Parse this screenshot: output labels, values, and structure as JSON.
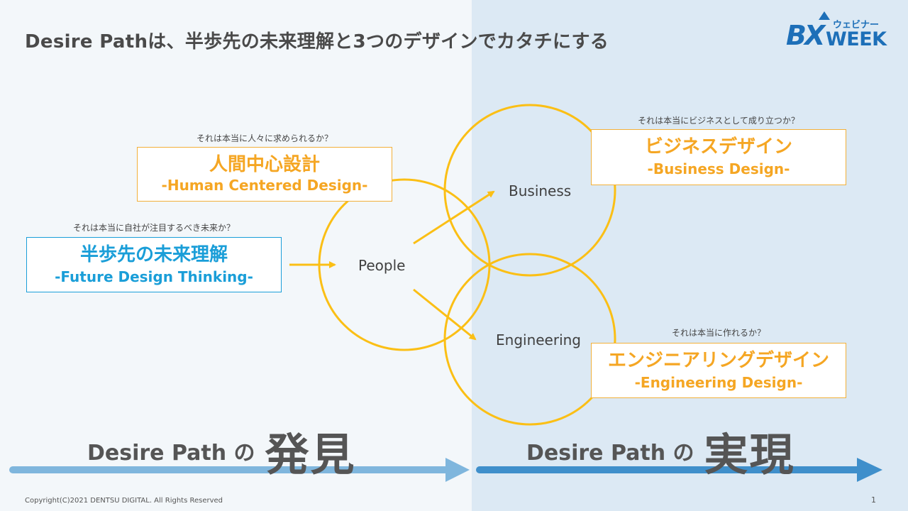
{
  "title": "Desire Pathは、半歩先の未来理解と3つのデザインでカタチにする",
  "logo": {
    "bx": "BX",
    "sub": "ウェビナー",
    "week": "WEEK"
  },
  "boxes": {
    "human": {
      "caption": "それは本当に人々に求められるか？",
      "main": "人間中心設計",
      "sub": "-Human Centered Design-"
    },
    "future": {
      "caption": "それは本当に自社が注目するべき未来か？",
      "main": "半歩先の未来理解",
      "sub": "-Future Design Thinking-"
    },
    "business": {
      "caption": "それは本当にビジネスとして成り立つか？",
      "main": "ビジネスデザイン",
      "sub": "-Business Design-"
    },
    "engineering": {
      "caption": "それは本当に作れるか？",
      "main": "エンジニアリングデザイン",
      "sub": "-Engineering Design-"
    }
  },
  "nodes": {
    "people": "People",
    "business": "Business",
    "engineering": "Engineering"
  },
  "bottom": {
    "left_small": "Desire Path の",
    "left_big": "発見",
    "right_small": "Desire Path の",
    "right_big": "実現"
  },
  "footer": {
    "copyright": "Copyright(C)2021 DENTSU DIGITAL. All Rights Reserved",
    "page": "1"
  },
  "colors": {
    "accent_orange": "#f5a623",
    "circle_yellow": "#fbbf15",
    "accent_blue": "#1a9ed8",
    "arrow_light_blue": "#7fb6dd",
    "arrow_dark_blue": "#3f8fcb",
    "logo_blue": "#1d6fb8"
  }
}
